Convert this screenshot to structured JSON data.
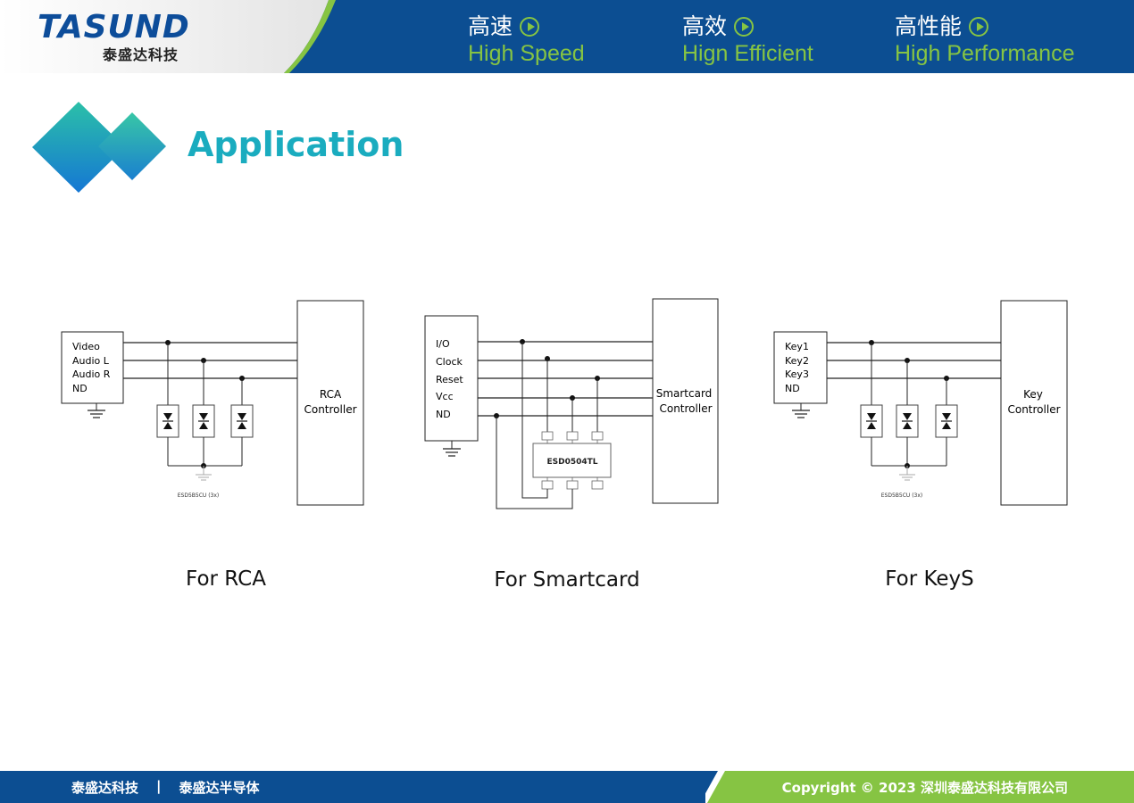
{
  "header": {
    "logo": "TASUND",
    "logo_sub": "泰盛达科技",
    "slogans": [
      {
        "cn": "高速",
        "en": "High Speed"
      },
      {
        "cn": "高效",
        "en": "Hign Efficient"
      },
      {
        "cn": "高性能",
        "en": "High Performance"
      }
    ]
  },
  "title": "Application",
  "diagrams": {
    "rca": {
      "caption": "For RCA",
      "connector_pins": [
        "Video",
        "Audio L",
        "Audio R",
        "ND"
      ],
      "controller": [
        "RCA",
        "Controller"
      ],
      "part_label": "ESD5B5CU (3x)"
    },
    "smartcard": {
      "caption": "For Smartcard",
      "connector_pins": [
        "I/O",
        "Clock",
        "Reset",
        "Vcc",
        "ND"
      ],
      "controller": [
        "Smartcard",
        "Controller"
      ],
      "part_label": "ESD0504TL"
    },
    "keys": {
      "caption": "For KeyS",
      "connector_pins": [
        "Key1",
        "Key2",
        "Key3",
        "ND"
      ],
      "controller": [
        "Key",
        "Controller"
      ],
      "part_label": "ESD5B5CU (3x)"
    }
  },
  "footer": {
    "left1": "泰盛达科技",
    "separator": "|",
    "left2": "泰盛达半导体",
    "right": "Copyright © 2023 深圳泰盛达科技有限公司"
  },
  "colors": {
    "brand_blue": "#0c4e92",
    "accent_green": "#86c443",
    "title_teal": "#1aacbf"
  }
}
